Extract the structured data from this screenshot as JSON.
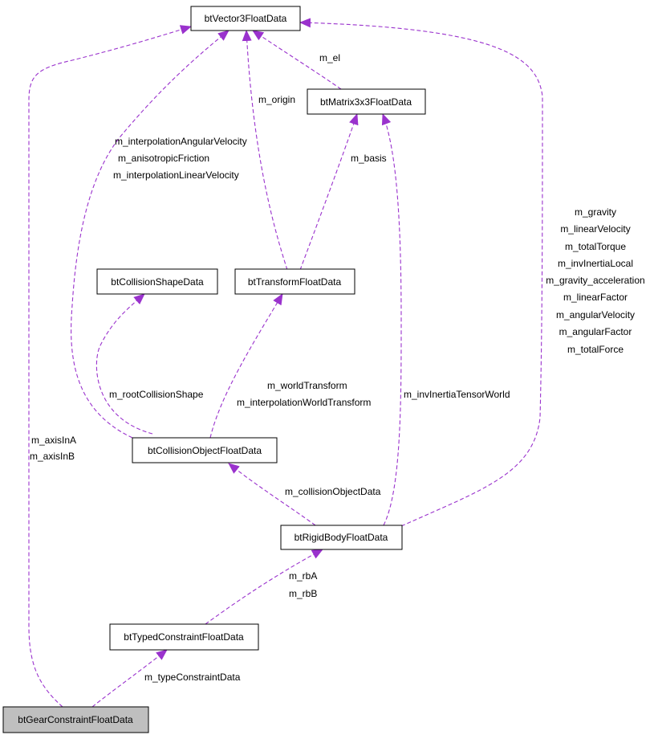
{
  "colors": {
    "edge": "#9a32cd",
    "node_border": "#000000",
    "focus_fill": "#bfbfbf"
  },
  "nodes": {
    "vector3": {
      "label": "btVector3FloatData"
    },
    "matrix3x3": {
      "label": "btMatrix3x3FloatData"
    },
    "collisionShape": {
      "label": "btCollisionShapeData"
    },
    "transform": {
      "label": "btTransformFloatData"
    },
    "collisionObject": {
      "label": "btCollisionObjectFloatData"
    },
    "rigidBody": {
      "label": "btRigidBodyFloatData"
    },
    "typedConstraint": {
      "label": "btTypedConstraintFloatData"
    },
    "gearConstraint": {
      "label": "btGearConstraintFloatData"
    }
  },
  "edges": {
    "matrix_el": {
      "labels": [
        "m_el"
      ]
    },
    "transform_origin": {
      "labels": [
        "m_origin"
      ]
    },
    "transform_basis": {
      "labels": [
        "m_basis"
      ]
    },
    "collobj_vectors": {
      "labels": [
        "m_interpolationAngularVelocity",
        "m_anisotropicFriction",
        "m_interpolationLinearVelocity"
      ]
    },
    "collobj_shape": {
      "labels": [
        "m_rootCollisionShape"
      ]
    },
    "collobj_transforms": {
      "labels": [
        "m_worldTransform",
        "m_interpolationWorldTransform"
      ]
    },
    "rigid_invinertia": {
      "labels": [
        "m_invInertiaTensorWorld"
      ]
    },
    "rigid_vectors": {
      "labels": [
        "m_gravity",
        "m_linearVelocity",
        "m_totalTorque",
        "m_invInertiaLocal",
        "m_gravity_acceleration",
        "m_linearFactor",
        "m_angularVelocity",
        "m_angularFactor",
        "m_totalForce"
      ]
    },
    "rigid_collobj": {
      "labels": [
        "m_collisionObjectData"
      ]
    },
    "typed_rigid": {
      "labels": [
        "m_rbA",
        "m_rbB"
      ]
    },
    "gear_typed": {
      "labels": [
        "m_typeConstraintData"
      ]
    },
    "gear_axes": {
      "labels": [
        "m_axisInA",
        "m_axisInB"
      ]
    }
  }
}
